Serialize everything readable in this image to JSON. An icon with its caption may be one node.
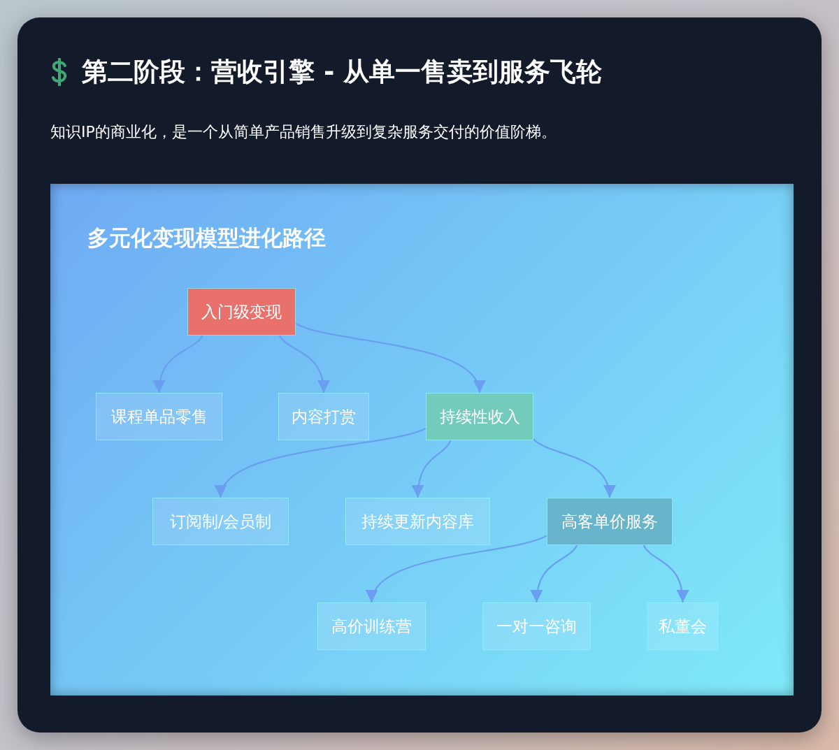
{
  "diagram": {
    "title": "第二阶段：营收引擎 - 从单一售卖到服务飞轮",
    "nodes": [
      {
        "text": [
          "入门级变现"
        ]
      },
      {
        "text": [
          "课程单品零售"
        ]
      },
      {
        "text": [
          "内容打赏"
        ]
      },
      {
        "text": [
          "持续性收入"
        ]
      },
      {
        "text": [
          "订阅制/会员制"
        ]
      },
      {
        "text": [
          "持续更新内容库"
        ]
      },
      {
        "text": [
          "高客单价服务"
        ]
      },
      {
        "text": [
          "高价训练营"
        ]
      },
      {
        "text": [
          "一对一咨询"
        ]
      },
      {
        "text": [
          "私董会"
        ]
      }
    ],
    "edges": [
      {
        "from": 0,
        "to": 1,
        "arrow": "to"
      },
      {
        "from": 0,
        "to": 2,
        "arrow": "to"
      },
      {
        "from": 0,
        "to": 3,
        "arrow": "to"
      },
      {
        "from": 3,
        "to": 4,
        "arrow": "to"
      },
      {
        "from": 3,
        "to": 5,
        "arrow": "to"
      },
      {
        "from": 3,
        "to": 6,
        "arrow": "to"
      },
      {
        "from": 6,
        "to": 7,
        "arrow": "to"
      },
      {
        "from": 6,
        "to": 8,
        "arrow": "to"
      },
      {
        "from": 6,
        "to": 9,
        "arrow": "to"
      }
    ],
    "labels": [
      "知识IP的商业化，是一个从简单产品销售升级到复杂服务交付的价值阶梯。",
      "多元化变现模型进化路径"
    ]
  }
}
